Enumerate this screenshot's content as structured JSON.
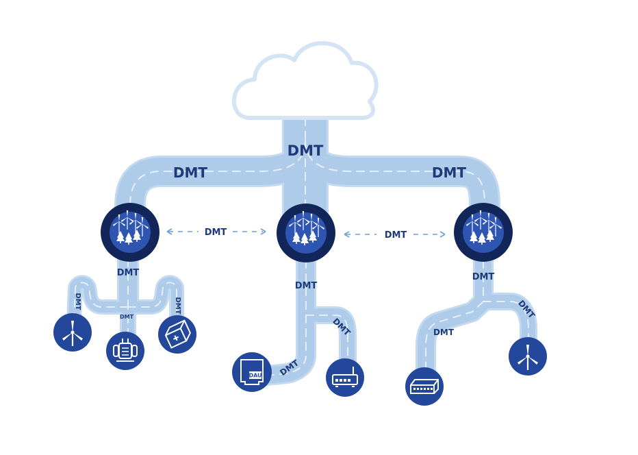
{
  "colors": {
    "pipe_outer": "#c2d9ef",
    "pipe_inner": "#aecbea",
    "node_ring": "#13265a",
    "node_core": "#2f55b3",
    "device_bg": "#23479a",
    "label_text": "#1e3a78",
    "arrow": "#6a9fd8",
    "cloud_stroke": "#d4e4f4"
  },
  "brand_label": "DMT",
  "device_text": {
    "dau": "DAU"
  },
  "nodes": [
    {
      "name": "wind-farm-node-left",
      "icon": "wind-farm-icon"
    },
    {
      "name": "wind-farm-node-center",
      "icon": "wind-farm-icon"
    },
    {
      "name": "wind-farm-node-right",
      "icon": "wind-farm-icon"
    }
  ],
  "devices": [
    {
      "name": "wind-turbine-device",
      "icon": "wind-turbine-icon"
    },
    {
      "name": "transformer-device",
      "icon": "transformer-icon"
    },
    {
      "name": "battery-device",
      "icon": "battery-icon"
    },
    {
      "name": "dau-device",
      "icon": "dau-box-icon"
    },
    {
      "name": "router-device",
      "icon": "router-icon"
    },
    {
      "name": "network-switch-device",
      "icon": "network-switch-icon"
    },
    {
      "name": "wind-turbine-device-right",
      "icon": "wind-turbine-icon"
    }
  ]
}
